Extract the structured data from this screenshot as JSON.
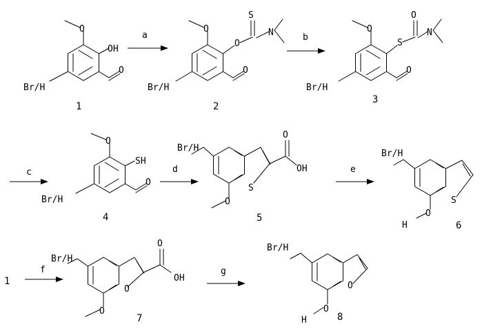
{
  "atoms": {
    "o": "O",
    "oh": "OH",
    "s": "S",
    "n": "N",
    "sh": "SH",
    "h": "H",
    "brh": "Br/H"
  },
  "compounds": [
    "1",
    "2",
    "3",
    "4",
    "5",
    "6",
    "7",
    "8"
  ],
  "steps": [
    "a",
    "b",
    "c",
    "d",
    "e",
    "f",
    "g"
  ],
  "start_label": "1"
}
